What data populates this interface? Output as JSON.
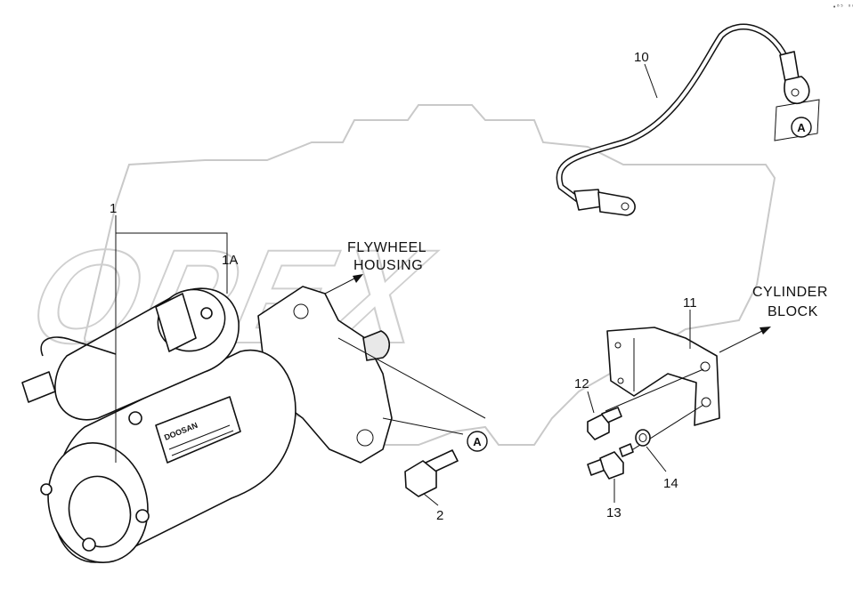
{
  "callouts": {
    "p1": "1",
    "p1a": "1A",
    "p2": "2",
    "p10": "10",
    "p11": "11",
    "p12": "12",
    "p13": "13",
    "p14": "14"
  },
  "labels": {
    "flywheel_line1": "FLYWHEEL",
    "flywheel_line2": "HOUSING",
    "cylinder_line1": "CYLINDER",
    "cylinder_line2": "BLOCK"
  },
  "references": {
    "ref_a_cable": "A",
    "ref_a_bolt": "A"
  },
  "nameplate": {
    "brand": "DOOSAN"
  },
  "watermark": {
    "text": "OPEX"
  },
  "corner_mark": "•⁸⁵ ⁰⁰⁰⁰"
}
